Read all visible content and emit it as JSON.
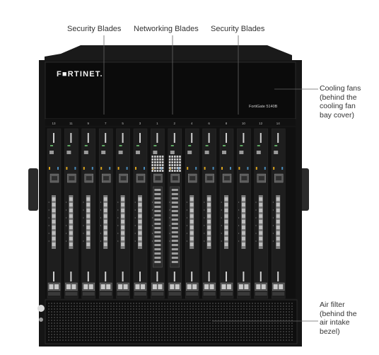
{
  "labels": {
    "security_left": "Security Blades",
    "networking": "Networking Blades",
    "security_right": "Security Blades",
    "cooling_fans": [
      "Cooling fans",
      "(behind the",
      "cooling fan",
      "bay cover)"
    ],
    "air_filter": [
      "Air filter",
      "(behind the",
      "air intake",
      "bezel)"
    ]
  },
  "device": {
    "brand": "F■RTINET.",
    "model": "FortiGate 5140B",
    "slot_numbers": [
      "13",
      "11",
      "9",
      "7",
      "5",
      "3",
      "1",
      "2",
      "4",
      "6",
      "8",
      "10",
      "12",
      "14"
    ]
  },
  "colors": {
    "chassis": "#141414",
    "panel": "#0a0a0a",
    "blade": "#1e1e1e",
    "accent_blue": "#4a8ab8",
    "accent_green": "#5ea862",
    "accent_amber": "#d8a21e",
    "brand_red": "#d02020"
  }
}
